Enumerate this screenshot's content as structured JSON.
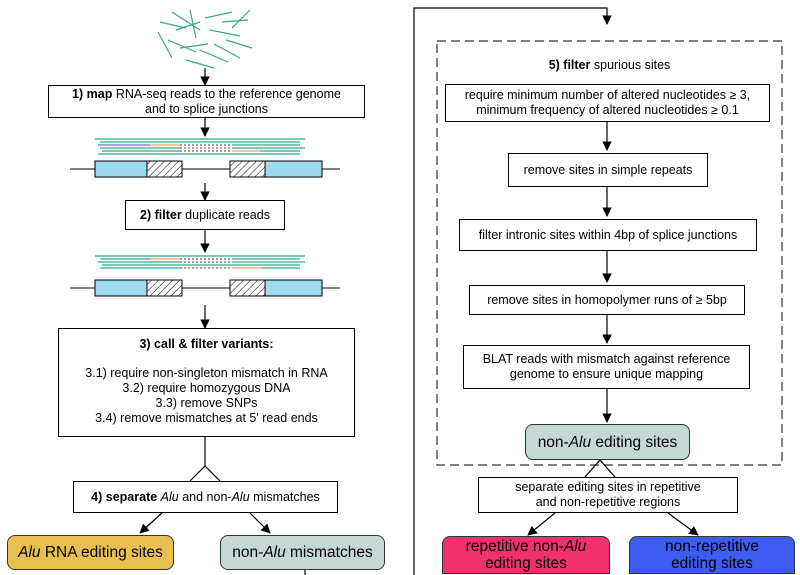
{
  "colors": {
    "read_teal": "#3aa58a",
    "exon_blue": "#9fd9ef",
    "alu_box": "#e8c050",
    "nonalu_box": "#c5d8d5",
    "repetitive_box": "#f0316e",
    "nonrepetitive_box": "#3f5cf2"
  },
  "left": {
    "step1": {
      "bold": "1) map",
      "rest_line1": " RNA-seq reads to the reference genome",
      "line2": "and to splice junctions"
    },
    "step2": {
      "bold": "2) filter",
      "rest": " duplicate reads"
    },
    "step3": {
      "title": "3) call & filter variants:",
      "items": [
        "3.1) require non-singleton mismatch in RNA",
        "3.2) require homozygous DNA",
        "3.3) remove SNPs",
        "3.4) remove mismatches at 5' read ends"
      ]
    },
    "step4": {
      "bold": "4) separate",
      "alu": "Alu",
      "mid": " and non-",
      "alu2": "Alu",
      "end": " mismatches"
    },
    "outcome_alu": {
      "alu": "Alu",
      "rest": " RNA editing sites"
    },
    "outcome_nonalu": {
      "pre": "non-",
      "alu": "Alu",
      "rest": " mismatches"
    }
  },
  "right": {
    "step5": {
      "bold": "5) filter",
      "rest": " spurious sites"
    },
    "f1": {
      "line1": "require minimum number of altered nucleotides ≥ 3,",
      "line2": "minimum frequency of altered nucleotides ≥ 0.1"
    },
    "f2": "remove sites in simple repeats",
    "f3": "filter intronic sites within 4bp of splice junctions",
    "f4": "remove sites in homopolymer runs of ≥ 5bp",
    "f5": {
      "line1": "BLAT reads with mismatch against reference",
      "line2": "genome to ensure unique mapping"
    },
    "result": {
      "pre": "non-",
      "alu": "Alu",
      "rest": " editing sites"
    },
    "separate": {
      "line1": "separate editing sites in repetitive",
      "line2": "and non-repetitive regions"
    },
    "rep": {
      "pre": "repetitive non-",
      "alu": "Alu",
      "line2": "editing sites"
    },
    "nonrep": {
      "line1": "non-repetitive",
      "line2": "editing sites"
    }
  }
}
